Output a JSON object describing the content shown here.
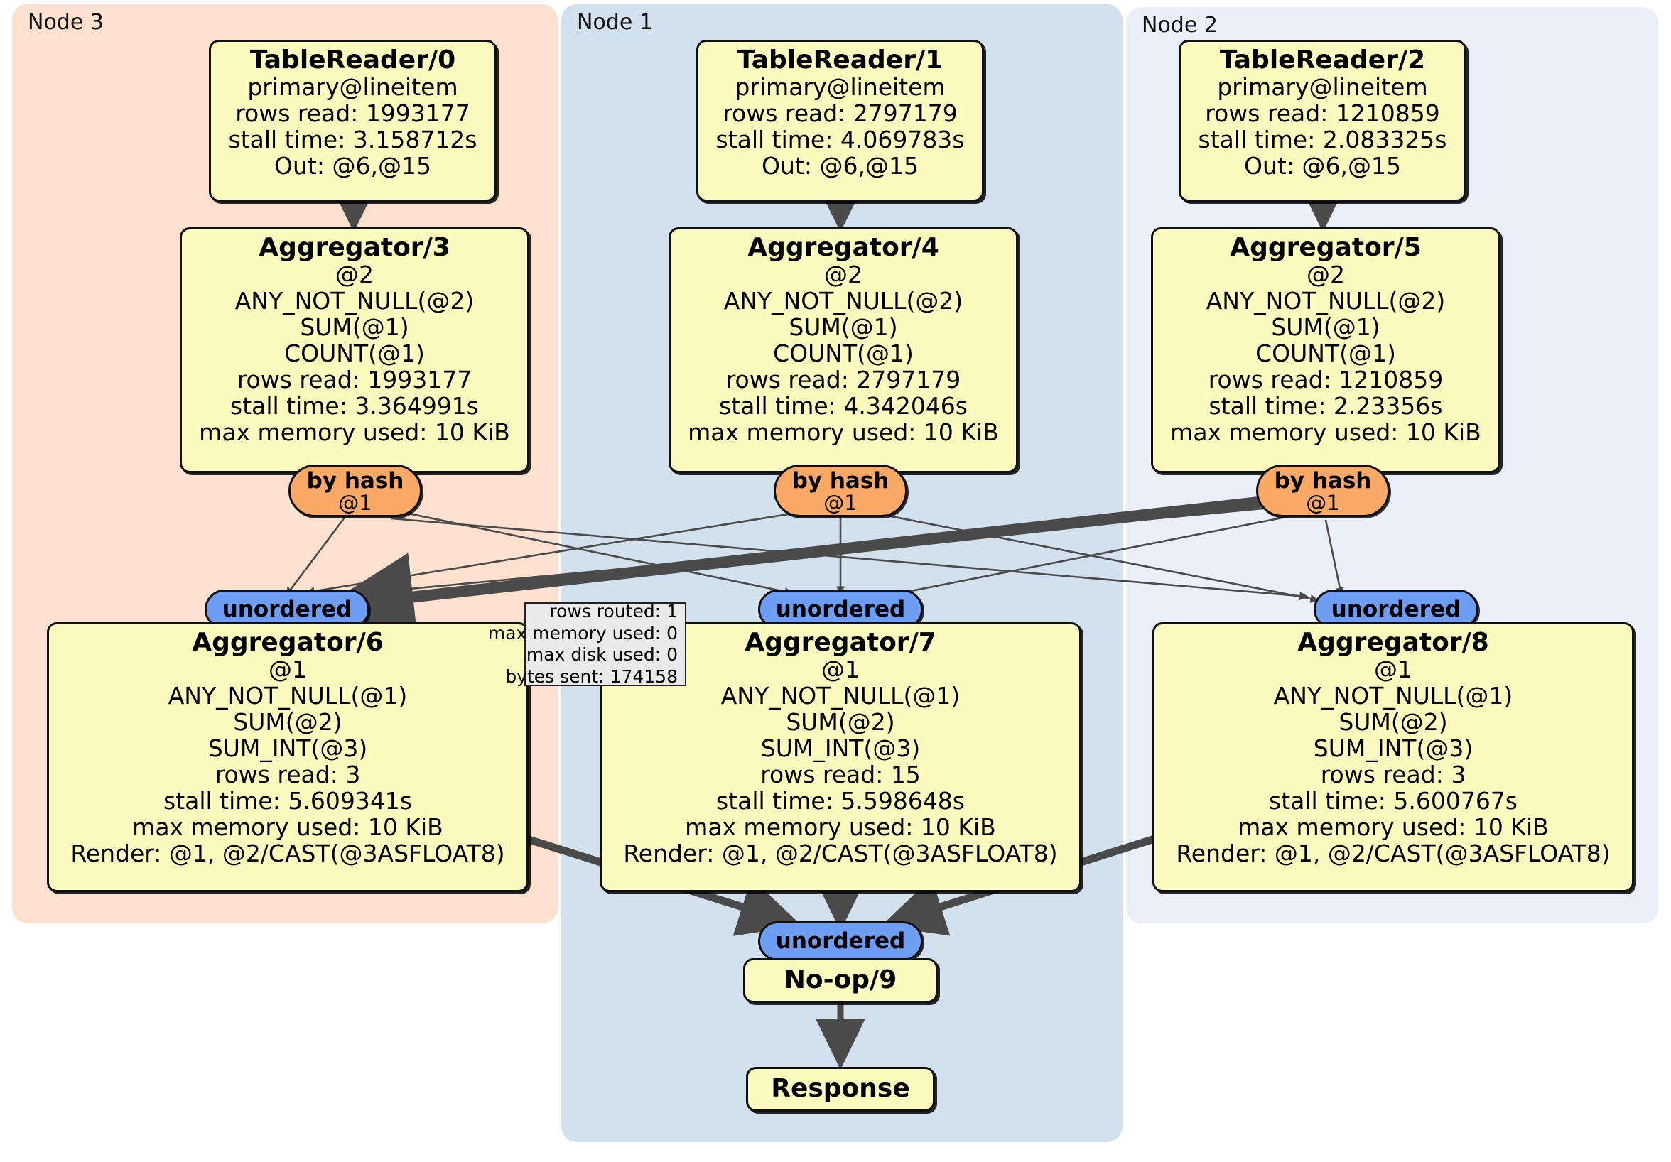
{
  "diagram": {
    "type": "distributed-query-execution-plan",
    "clusters": [
      {
        "id": "node3",
        "label": "Node 3",
        "color": "#fde0cd"
      },
      {
        "id": "node1",
        "label": "Node 1",
        "color": "#d3e0ed"
      },
      {
        "id": "node2",
        "label": "Node 2",
        "color": "#eaeff9"
      }
    ],
    "node_colors": {
      "box_fill": "#fbfbbf",
      "hash_fill": "#f9a866",
      "unordered_fill": "#6e9ef4",
      "stat_fill": "#eaeaea",
      "edge": "#4a4a4a",
      "border": "#101010"
    },
    "processors": [
      {
        "id": "tablereader0",
        "title": "TableReader/0",
        "cluster": "node3",
        "lines": [
          "primary@lineitem",
          "rows read: 1993177",
          "stall time: 3.158712s",
          "Out: @6,@15"
        ]
      },
      {
        "id": "tablereader1",
        "title": "TableReader/1",
        "cluster": "node1",
        "lines": [
          "primary@lineitem",
          "rows read: 2797179",
          "stall time: 4.069783s",
          "Out: @6,@15"
        ]
      },
      {
        "id": "tablereader2",
        "title": "TableReader/2",
        "cluster": "node2",
        "lines": [
          "primary@lineitem",
          "rows read: 1210859",
          "stall time: 2.083325s",
          "Out: @6,@15"
        ]
      },
      {
        "id": "aggregator3",
        "title": "Aggregator/3",
        "cluster": "node3",
        "lines": [
          "@2",
          "ANY_NOT_NULL(@2)",
          "SUM(@1)",
          "COUNT(@1)",
          "rows read: 1993177",
          "stall time: 3.364991s",
          "max memory used: 10 KiB"
        ]
      },
      {
        "id": "aggregator4",
        "title": "Aggregator/4",
        "cluster": "node1",
        "lines": [
          "@2",
          "ANY_NOT_NULL(@2)",
          "SUM(@1)",
          "COUNT(@1)",
          "rows read: 2797179",
          "stall time: 4.342046s",
          "max memory used: 10 KiB"
        ]
      },
      {
        "id": "aggregator5",
        "title": "Aggregator/5",
        "cluster": "node2",
        "lines": [
          "@2",
          "ANY_NOT_NULL(@2)",
          "SUM(@1)",
          "COUNT(@1)",
          "rows read: 1210859",
          "stall time: 2.23356s",
          "max memory used: 10 KiB"
        ]
      },
      {
        "id": "aggregator6",
        "title": "Aggregator/6",
        "cluster": "node3",
        "lines": [
          "@1",
          "ANY_NOT_NULL(@1)",
          "SUM(@2)",
          "SUM_INT(@3)",
          "rows read: 3",
          "stall time: 5.609341s",
          "max memory used: 10 KiB",
          "Render: @1, @2/CAST(@3ASFLOAT8)"
        ]
      },
      {
        "id": "aggregator7",
        "title": "Aggregator/7",
        "cluster": "node1",
        "lines": [
          "@1",
          "ANY_NOT_NULL(@1)",
          "SUM(@2)",
          "SUM_INT(@3)",
          "rows read: 15",
          "stall time: 5.598648s",
          "max memory used: 10 KiB",
          "Render: @1, @2/CAST(@3ASFLOAT8)"
        ]
      },
      {
        "id": "aggregator8",
        "title": "Aggregator/8",
        "cluster": "node2",
        "lines": [
          "@1",
          "ANY_NOT_NULL(@1)",
          "SUM(@2)",
          "SUM_INT(@3)",
          "rows read: 3",
          "stall time: 5.600767s",
          "max memory used: 10 KiB",
          "Render: @1, @2/CAST(@3ASFLOAT8)"
        ]
      },
      {
        "id": "noop9",
        "title": "No-op/9",
        "cluster": "node1",
        "lines": []
      },
      {
        "id": "response",
        "title": "Response",
        "cluster": "node1",
        "lines": []
      }
    ],
    "routers": [
      {
        "id": "hash3",
        "kind": "by hash",
        "label": "by hash",
        "column": "@1",
        "cluster": "node3"
      },
      {
        "id": "hash4",
        "kind": "by hash",
        "label": "by hash",
        "column": "@1",
        "cluster": "node1"
      },
      {
        "id": "hash5",
        "kind": "by hash",
        "label": "by hash",
        "column": "@1",
        "cluster": "node2"
      }
    ],
    "synchronizers": [
      {
        "id": "unord6",
        "label": "unordered",
        "cluster": "node3"
      },
      {
        "id": "unord7",
        "label": "unordered",
        "cluster": "node1"
      },
      {
        "id": "unord8",
        "label": "unordered",
        "cluster": "node2"
      },
      {
        "id": "unord9",
        "label": "unordered",
        "cluster": "node1"
      }
    ],
    "stream_stats": {
      "id": "stream-stats",
      "lines": [
        "rows routed: 1",
        "max memory used: 0",
        "max disk used: 0",
        "bytes sent: 174158"
      ]
    }
  }
}
